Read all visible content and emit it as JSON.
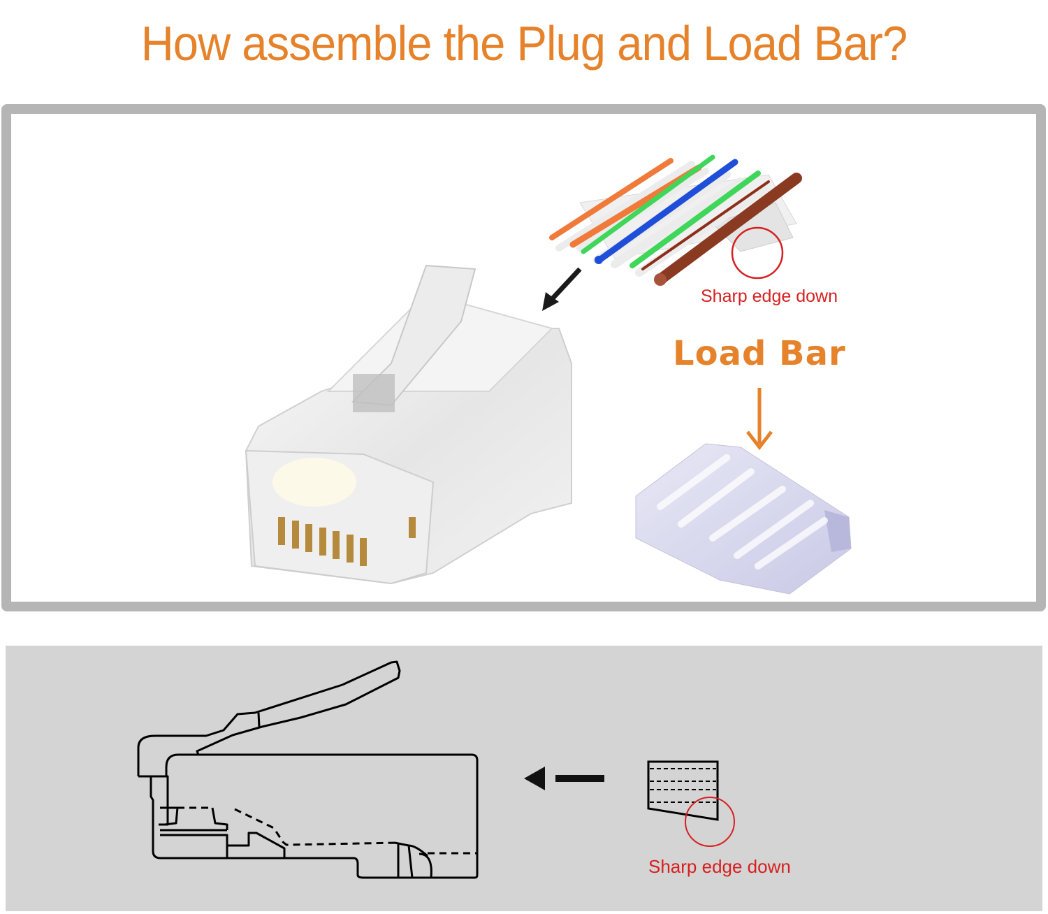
{
  "title": "How assemble the Plug and Load  Bar?",
  "top_panel": {
    "wires_note": "Sharp edge down",
    "load_bar_label": "Load Bar",
    "wire_colors": {
      "orange": "#f07a3a",
      "green": "#3fd65a",
      "blue": "#1f4fd8",
      "brown": "#8b2e1a",
      "white": "#ececec"
    },
    "icons": [
      "plug-rj45-photo",
      "wires-in-load-bar-photo",
      "load-bar-photo",
      "insert-arrow-icon",
      "down-arrow-icon",
      "highlight-circle-icon"
    ]
  },
  "bottom_panel": {
    "note": "Sharp edge down",
    "icons": [
      "plug-side-outline",
      "left-arrow-icon",
      "load-bar-side-outline",
      "highlight-circle-icon"
    ]
  },
  "colors": {
    "title": "#e5822a",
    "note": "#d62020",
    "panel_border": "#b5b5b5",
    "bottom_bg": "#d4d4d4"
  }
}
